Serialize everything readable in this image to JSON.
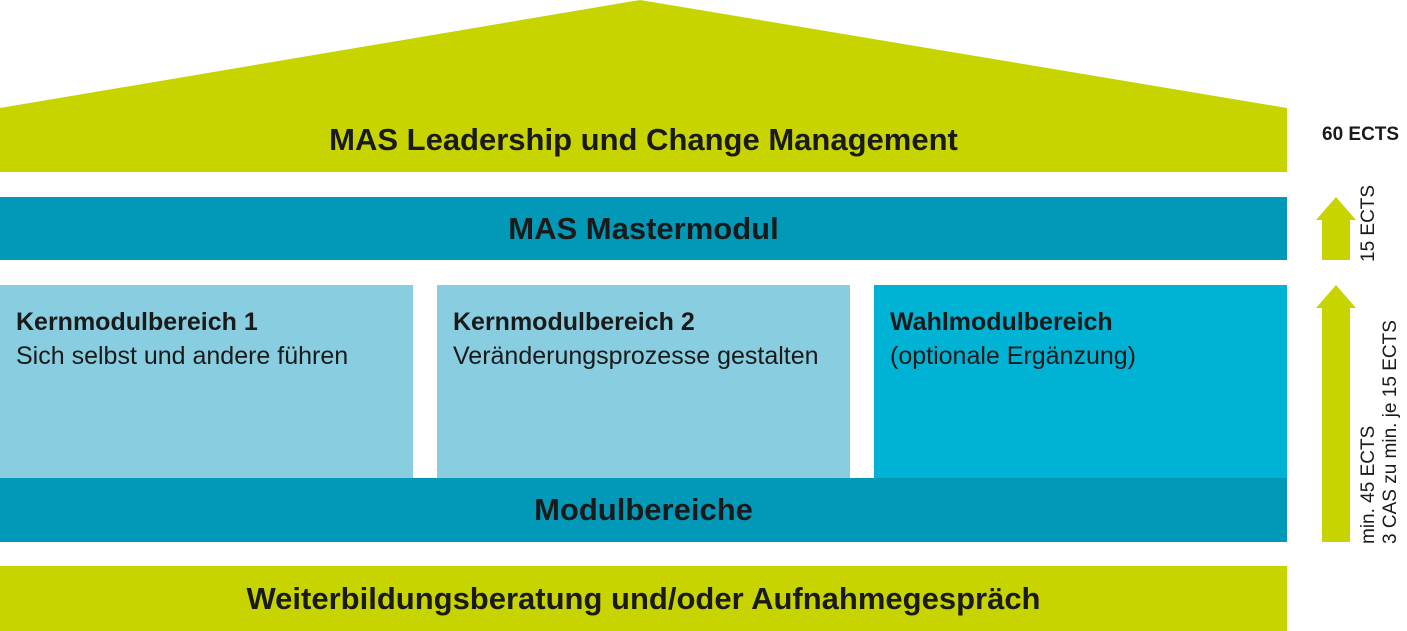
{
  "colors": {
    "lime": "#c8d400",
    "teal": "#0299b8",
    "light_blue": "#88cde0",
    "cyan": "#00b3d4"
  },
  "roof": {
    "title": "MAS Leadership und Change Management",
    "ects": "60 ECTS"
  },
  "master": {
    "title": "MAS Mastermodul",
    "ects": "15 ECTS"
  },
  "modules": [
    {
      "title": "Kernmodulbereich 1",
      "subtitle": "Sich selbst und andere führen"
    },
    {
      "title": "Kernmodulbereich 2",
      "subtitle": "Veränderungsprozesse gestalten"
    },
    {
      "title": "Wahlmodulbereich",
      "subtitle": "(optionale Ergänzung)"
    }
  ],
  "modulbereiche": {
    "title": "Modulbereiche",
    "ects_line1": "min. 45 ECTS",
    "ects_line2": "3 CAS zu min. je 15 ECTS"
  },
  "foundation": {
    "title": "Weiterbildungsberatung und/oder Aufnahmegespräch"
  }
}
